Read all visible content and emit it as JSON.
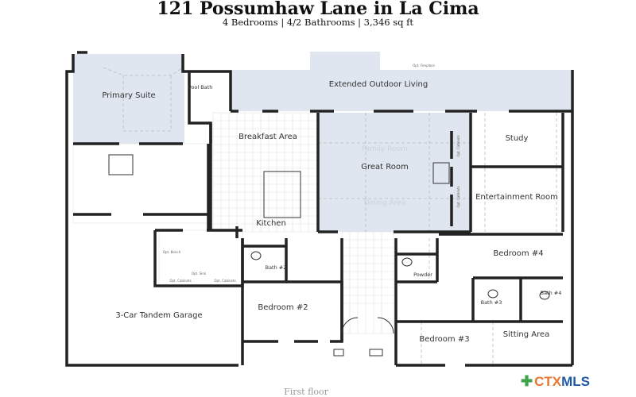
{
  "header": {
    "title": "121 Possumhaw Lane in La Cima",
    "subtitle": "4 Bedrooms | 4/2 Bathrooms | 3,346 sq ft"
  },
  "rooms": {
    "primary_suite": "Primary Suite",
    "pool_bath": "Pool Bath",
    "outdoor_living": "Extended Outdoor Living",
    "breakfast_area": "Breakfast Area",
    "kitchen": "Kitchen",
    "great_room": "Great Room",
    "study": "Study",
    "entertainment_room": "Entertainment Room",
    "garage": "3-Car Tandem Garage",
    "bath2": "Bath #2",
    "bedroom2": "Bedroom #2",
    "powder": "Powder",
    "bedroom4": "Bedroom #4",
    "bath3": "Bath #3",
    "bath4": "Bath #4",
    "bedroom3": "Bedroom #3",
    "sitting_area": "Sitting Area"
  },
  "ghost_labels": {
    "family_room": "Family Room",
    "dining_area": "Dining Area"
  },
  "options": {
    "fireplace": "Opt. Fireplace",
    "cabinets": "Opt. Cabinets",
    "bench": "Opt. Bench",
    "sink": "Opt. Sink"
  },
  "footer": {
    "floor_label": "First floor",
    "logo_ctx": "CTX",
    "logo_mls": "MLS"
  },
  "colors": {
    "highlight": "#dfe6f0",
    "wall": "#222222",
    "logo_orange": "#e8762c",
    "logo_blue": "#1f5aa6",
    "logo_green": "#3fa34d"
  }
}
